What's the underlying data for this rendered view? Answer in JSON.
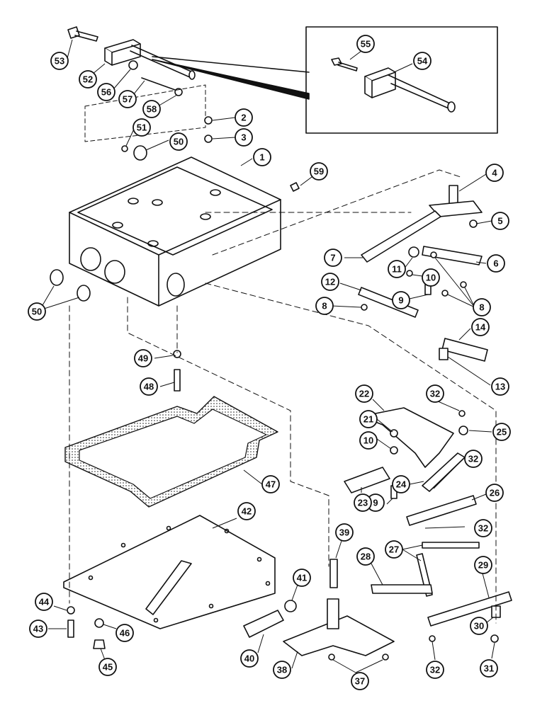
{
  "diagram": {
    "callouts": [
      {
        "id": "c1",
        "label": "1"
      },
      {
        "id": "c2",
        "label": "2"
      },
      {
        "id": "c3",
        "label": "3"
      },
      {
        "id": "c4",
        "label": "4"
      },
      {
        "id": "c5",
        "label": "5"
      },
      {
        "id": "c6",
        "label": "6"
      },
      {
        "id": "c7",
        "label": "7"
      },
      {
        "id": "c8a",
        "label": "8"
      },
      {
        "id": "c8b",
        "label": "8"
      },
      {
        "id": "c9a",
        "label": "9"
      },
      {
        "id": "c9b",
        "label": "9"
      },
      {
        "id": "c10a",
        "label": "10"
      },
      {
        "id": "c10b",
        "label": "10"
      },
      {
        "id": "c11",
        "label": "11"
      },
      {
        "id": "c12",
        "label": "12"
      },
      {
        "id": "c13",
        "label": "13"
      },
      {
        "id": "c14",
        "label": "14"
      },
      {
        "id": "c21",
        "label": "21"
      },
      {
        "id": "c22",
        "label": "22"
      },
      {
        "id": "c23",
        "label": "23"
      },
      {
        "id": "c24",
        "label": "24"
      },
      {
        "id": "c25",
        "label": "25"
      },
      {
        "id": "c26",
        "label": "26"
      },
      {
        "id": "c27",
        "label": "27"
      },
      {
        "id": "c28",
        "label": "28"
      },
      {
        "id": "c29",
        "label": "29"
      },
      {
        "id": "c30",
        "label": "30"
      },
      {
        "id": "c31",
        "label": "31"
      },
      {
        "id": "c32a",
        "label": "32"
      },
      {
        "id": "c32b",
        "label": "32"
      },
      {
        "id": "c32c",
        "label": "32"
      },
      {
        "id": "c32d",
        "label": "32"
      },
      {
        "id": "c37",
        "label": "37"
      },
      {
        "id": "c38",
        "label": "38"
      },
      {
        "id": "c39",
        "label": "39"
      },
      {
        "id": "c40",
        "label": "40"
      },
      {
        "id": "c41",
        "label": "41"
      },
      {
        "id": "c42",
        "label": "42"
      },
      {
        "id": "c43",
        "label": "43"
      },
      {
        "id": "c44",
        "label": "44"
      },
      {
        "id": "c45",
        "label": "45"
      },
      {
        "id": "c46",
        "label": "46"
      },
      {
        "id": "c47",
        "label": "47"
      },
      {
        "id": "c48",
        "label": "48"
      },
      {
        "id": "c49",
        "label": "49"
      },
      {
        "id": "c50a",
        "label": "50"
      },
      {
        "id": "c50b",
        "label": "50"
      },
      {
        "id": "c51",
        "label": "51"
      },
      {
        "id": "c52",
        "label": "52"
      },
      {
        "id": "c53",
        "label": "53"
      },
      {
        "id": "c54",
        "label": "54"
      },
      {
        "id": "c55",
        "label": "55"
      },
      {
        "id": "c56",
        "label": "56"
      },
      {
        "id": "c57",
        "label": "57"
      },
      {
        "id": "c58",
        "label": "58"
      },
      {
        "id": "c59",
        "label": "59"
      }
    ]
  }
}
